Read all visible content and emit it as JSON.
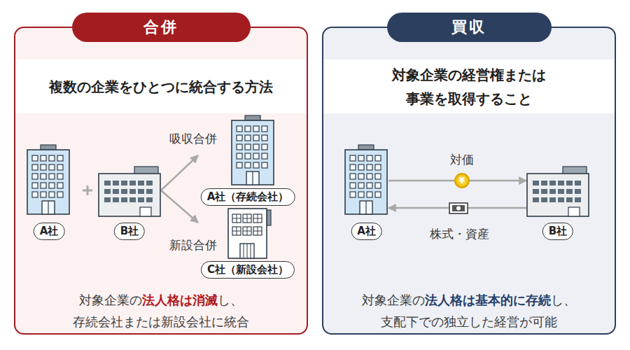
{
  "diagram": {
    "nodes": [
      {
        "text": [
          "合併",
          "対象企業の法人格は消滅し、 存続会社または新設会社に統合"
        ]
      },
      {
        "text": [
          "複数の企業をひとつに統合する方法"
        ],
        "in": 0
      },
      {
        "text": [
          "A社"
        ],
        "in": 0
      },
      {
        "text": [
          "B社"
        ],
        "in": 0
      },
      {
        "text": [
          "A社（存続会社）"
        ],
        "in": 0
      },
      {
        "text": [
          "C社（新設会社）"
        ],
        "in": 0
      },
      {
        "text": [
          "買収",
          "対象企業の法人格は基本的に存続し、 支配下での独立した経営が可能"
        ]
      },
      {
        "text": [
          "対象企業の経営権または 事業を取得すること"
        ],
        "in": 6
      },
      {
        "text": [
          "A社"
        ],
        "in": 6
      },
      {
        "text": [
          "B社"
        ],
        "in": 6
      }
    ],
    "edges": [
      {
        "from": 3,
        "to": 4,
        "arrow": "to",
        "label": "吸収合併"
      },
      {
        "from": 3,
        "to": 5,
        "arrow": "to",
        "label": "新設合併"
      },
      {
        "from": 8,
        "to": 9,
        "arrow": "to",
        "label": "対価"
      },
      {
        "from": 9,
        "to": 8,
        "arrow": "to",
        "label": "株式・資産"
      }
    ],
    "labels": [
      "¥"
    ]
  }
}
